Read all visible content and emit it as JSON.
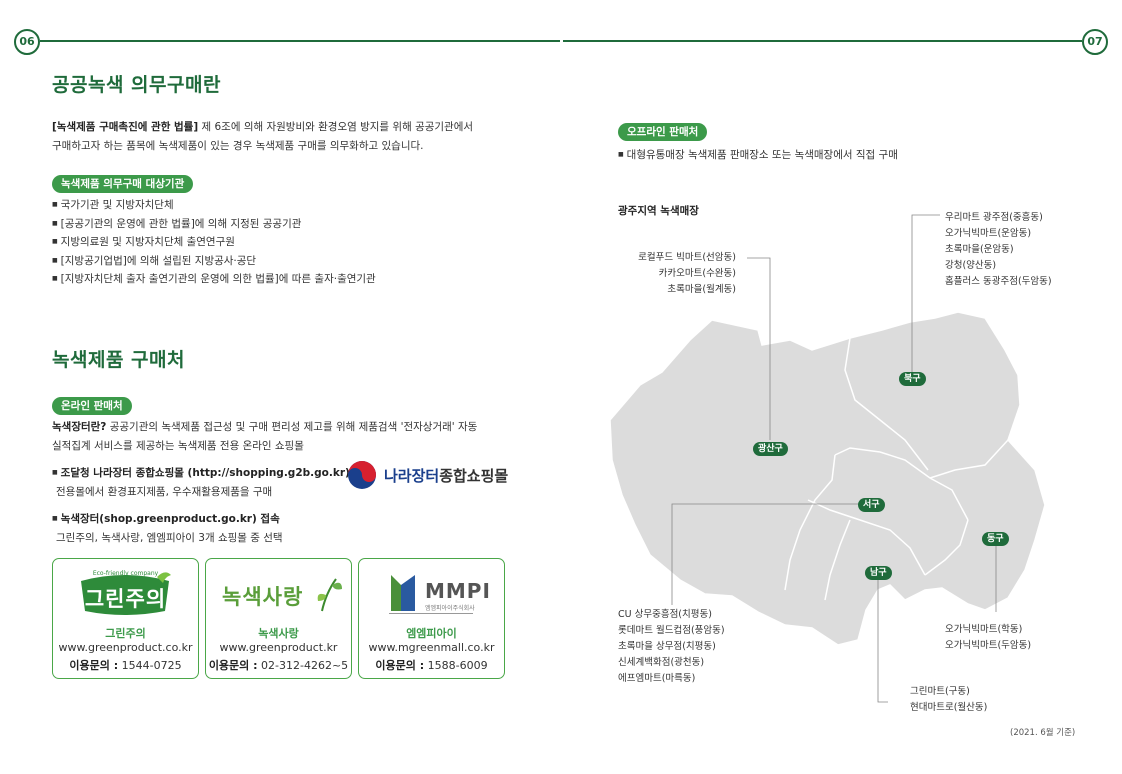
{
  "page": {
    "left_num": "06",
    "right_num": "07"
  },
  "section1": {
    "title": "공공녹색 의무구매란",
    "law_bold": "[녹색제품 구매촉진에 관한 법률]",
    "law_line1_rest": " 제 6조에 의해 자원방비와 환경오염 방지를 위해 공공기관에서",
    "law_line2": "구매하고자 하는 품목에 녹색제품이 있는 경우 녹색제품 구매를 의무화하고 있습니다.",
    "pill": "녹색제품 의무구매 대상기관",
    "items": [
      "국가기관 및 지방자치단체",
      "[공공기관의 운영에 관한 법률]에 의해 지정된 공공기관",
      "지방의료원 및 지방자치단체 출연연구원",
      "[지방공기업법]에 의해 설립된 지방공사·공단",
      "[지방자치단체 출자 출연기관의 운영에 의한 법률]에 따른 출자·출연기관"
    ]
  },
  "section2": {
    "title": "녹색제품 구매처",
    "pill": "온라인 판매처",
    "intro_bold": "녹색장터란?",
    "intro_line1_rest": " 공공기관의 녹색제품 접근성 및 구매 편리성 제고를 위해 제품검색 '전자상거래' 자동",
    "intro_line2": "실적집계 서비스를 제공하는 녹색제품 전용 온라인 쇼핑몰",
    "mall1_title": "조달청 나라장터 종합쇼핑몰 (http://shopping.g2b.go.kr)",
    "mall1_desc": "전용몰에서 환경표지제품, 우수재활용제품을 구매",
    "mall1_logo_a": "나라장터",
    "mall1_logo_b": "종합쇼핑몰",
    "mall2_title": "녹색장터(shop.greenproduct.go.kr) 접속",
    "mall2_desc": "그린주의, 녹색사랑, 엠엠피아이 3개 쇼핑몰 중 선택",
    "cards": [
      {
        "logo_text": "그린주의",
        "logo_sub": "Eco-friendly company",
        "name": "그린주의",
        "url": "www.greenproduct.co.kr",
        "tel_label": "이용문의 :",
        "tel": " 1544-0725"
      },
      {
        "logo_text": "녹색사랑",
        "name": "녹색사랑",
        "url": "www.greenproduct.kr",
        "tel_label": "이용문의 :",
        "tel": " 02-312-4262~5"
      },
      {
        "logo_text": "MMPI",
        "logo_sub": "엠엠피아이주식회사",
        "name": "엠엠피아이",
        "url": "www.mgreenmall.co.kr",
        "tel_label": "이용문의 :",
        "tel": " 1588-6009"
      }
    ]
  },
  "offline": {
    "pill": "오프라인 판매처",
    "desc": "대형유통매장 녹색제품 판매장소 또는 녹색매장에서 직접 구매",
    "map_title": "광주지역 녹색매장",
    "districts": {
      "buk": "북구",
      "gwangsan": "광산구",
      "seo": "서구",
      "dong": "동구",
      "nam": "남구"
    },
    "stores": {
      "buk": [
        "우리마트 광주점(중흥동)",
        "오가닉빅마트(운암동)",
        "초록마을(운암동)",
        "강청(양산동)",
        "홈플러스 동광주점(두암동)"
      ],
      "gwangsan": [
        "로컬푸드 빅마트(선암동)",
        "카카오마트(수완동)",
        "초록마을(월계동)"
      ],
      "seo": [
        "CU 상무중흥점(치평동)",
        "롯데마트 월드컵점(풍암동)",
        "초록마을 상무점(치평동)",
        "신세계백화점(광천동)",
        "에프엠마트(마륵동)"
      ],
      "dong": [
        "오가닉빅마트(학동)",
        "오가닉빅마트(두암동)"
      ],
      "nam": [
        "그린마트(구동)",
        "현대마트로(월산동)"
      ]
    },
    "note": "(2021. 6월 기준)"
  },
  "colors": {
    "dark_green": "#1f6b3b",
    "pill_green": "#3c9a4a",
    "card_border": "#4aa748",
    "map_fill": "#dcdcdc"
  }
}
